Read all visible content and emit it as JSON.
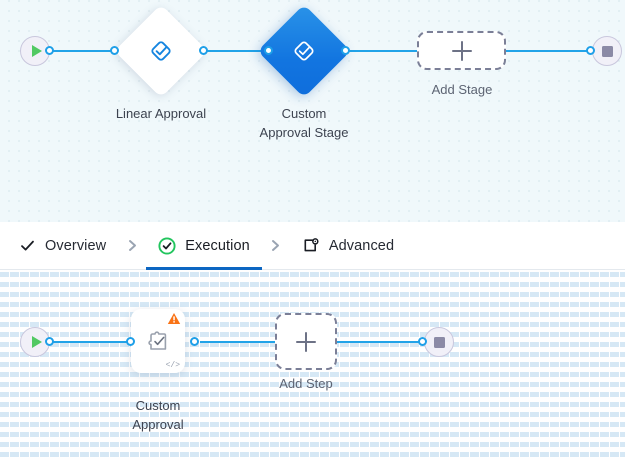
{
  "stage_canvas": {
    "name": "stage-flow-canvas",
    "background_color": "#f0f8fb",
    "grid": "dotted",
    "start_node": {
      "icon": "play-icon",
      "label": ""
    },
    "end_node": {
      "icon": "stop-icon",
      "label": ""
    },
    "stages": [
      {
        "id": "linear-approval",
        "label": "Linear Approval",
        "icon": "approval-diamond-check-icon",
        "selected": false,
        "icon_color": "#1585e0"
      },
      {
        "id": "custom-approval-stage",
        "label": "Custom\nApproval Stage",
        "icon": "approval-diamond-check-icon",
        "selected": true,
        "fill_color": "#1275e0",
        "icon_color": "#ffffff"
      }
    ],
    "add_stage": {
      "label": "Add Stage",
      "icon": "plus-icon"
    }
  },
  "tab_bar": {
    "name": "stage-config-tabs",
    "active_tab": "Execution",
    "underline_color": "#0c66c2",
    "separator_icon": "chevron-right-icon",
    "tabs": [
      {
        "id": "overview",
        "label": "Overview",
        "icon": "check-icon",
        "icon_color": "#1a1d24",
        "active": false
      },
      {
        "id": "execution",
        "label": "Execution",
        "icon": "check-circle-icon",
        "icon_color": "#22c55e",
        "active": true
      },
      {
        "id": "advanced",
        "label": "Advanced",
        "icon": "window-gear-icon",
        "icon_color": "#1a1d24",
        "active": false
      }
    ]
  },
  "step_canvas": {
    "name": "step-flow-canvas",
    "background_color": "#ffffff",
    "grid": "dashed-vertical",
    "start_node": {
      "icon": "play-icon"
    },
    "end_node": {
      "icon": "stop-icon"
    },
    "steps": [
      {
        "id": "custom-approval",
        "label": "Custom\nApproval",
        "icon": "puzzle-check-icon",
        "warning_icon": "warning-triangle-icon",
        "warning_color": "#f97316",
        "code_badge": "</>"
      }
    ],
    "add_step": {
      "label": "Add Step",
      "icon": "plus-icon"
    }
  },
  "colors": {
    "edge": "#22a3e8",
    "port_stroke": "#1e9fe8",
    "accent_blue": "#1275e0",
    "tab_underline": "#0c66c2",
    "start_green": "#52c963",
    "end_gray": "#8b8aa6",
    "warning_orange": "#f97316",
    "success_green": "#22c55e"
  }
}
